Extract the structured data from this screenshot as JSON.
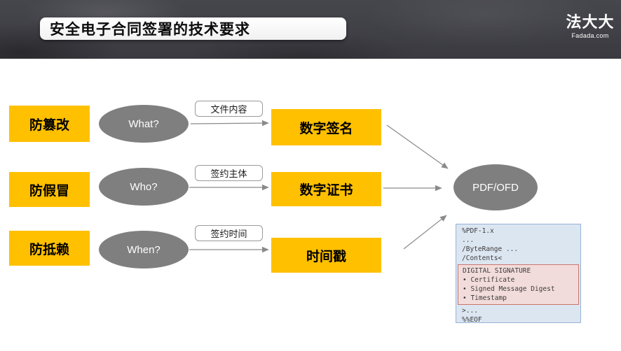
{
  "header": {
    "title": "安全电子合同签署的技术要求",
    "logo": {
      "name": "法大大",
      "domain": "Fadada.com"
    }
  },
  "diagram": {
    "rows": [
      {
        "goal": "防篡改",
        "question": "What?",
        "arrow_label": "文件内容",
        "technology": "数字签名"
      },
      {
        "goal": "防假冒",
        "question": "Who?",
        "arrow_label": "签约主体",
        "technology": "数字证书"
      },
      {
        "goal": "防抵赖",
        "question": "When?",
        "arrow_label": "签约时间",
        "technology": "时间戳"
      }
    ],
    "container_label": "PDF/OFD",
    "code_block": {
      "top_lines": [
        "%PDF-1.x",
        "...",
        "/ByteRange ...",
        "/Contents<"
      ],
      "signature_lines": [
        "DIGITAL SIGNATURE",
        "• Certificate",
        "• Signed Message Digest",
        "• Timestamp"
      ],
      "bottom_lines": [
        ">...",
        "%%EOF"
      ]
    }
  },
  "colors": {
    "accent_yellow": "#FFC000",
    "shape_gray": "#7F7F7F",
    "arrow_gray": "#8A8A8A",
    "code_blue_bg": "#DCE6F1",
    "code_blue_border": "#95B3D7",
    "code_pink_bg": "#F2DCDB",
    "code_pink_border": "#C9756C",
    "header_bg": "#3E3E44"
  }
}
